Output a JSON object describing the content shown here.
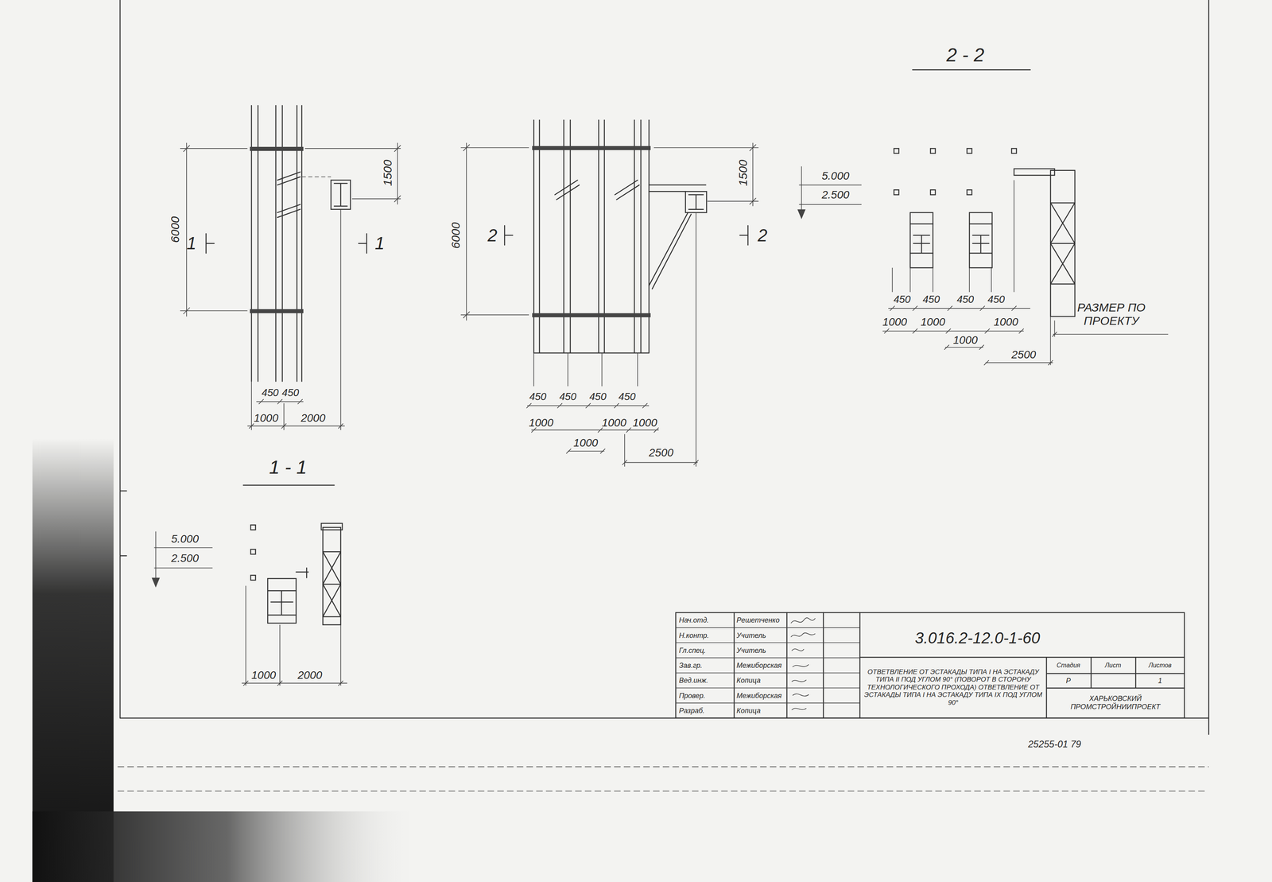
{
  "diagram": {
    "labels": [
      "2 - 2",
      "6000",
      "1500",
      "1",
      "1",
      "450",
      "450",
      "1000",
      "2000",
      "6000",
      "1500",
      "2",
      "2",
      "450",
      "450",
      "450",
      "450",
      "1000",
      "1000",
      "1000",
      "1000",
      "2500",
      "5.000",
      "2.500",
      "450",
      "450",
      "450",
      "450",
      "1000",
      "1000",
      "1000",
      "1000",
      "2500",
      "РАЗМЕР ПО ПРОЕКТУ",
      "1 - 1",
      "5.000",
      "2.500",
      "1000",
      "2000",
      "Нач.отд.",
      "Решетченко",
      "Н.контр.",
      "Учитель",
      "Гл.спец.",
      "Учитель",
      "Зав.гр.",
      "Межиборская",
      "Вед.инж.",
      "Копица",
      "Провер.",
      "Межиборская",
      "Разраб.",
      "Копица",
      "3.016.2-12.0-1-60",
      "ОТВЕТВЛЕНИЕ ОТ ЭСТАКАДЫ ТИПА I НА ЭСТАКАДУ ТИПА II ПОД УГЛОМ 90° (ПОВОРОТ В СТОРОНУ ТЕХНОЛОГИЧЕСКОГО ПРОХОДА) ОТВЕТВЛЕНИЕ ОТ ЭСТАКАДЫ ТИПА I НА ЭСТАКАДУ ТИПА IX ПОД УГЛОМ 90°",
      "Стадия",
      "Лист",
      "Листов",
      "Р",
      "1",
      "ХАРЬКОВСКИЙ ПРОМСТРОЙНИИПРОЕКТ",
      "25255-01 79"
    ]
  }
}
